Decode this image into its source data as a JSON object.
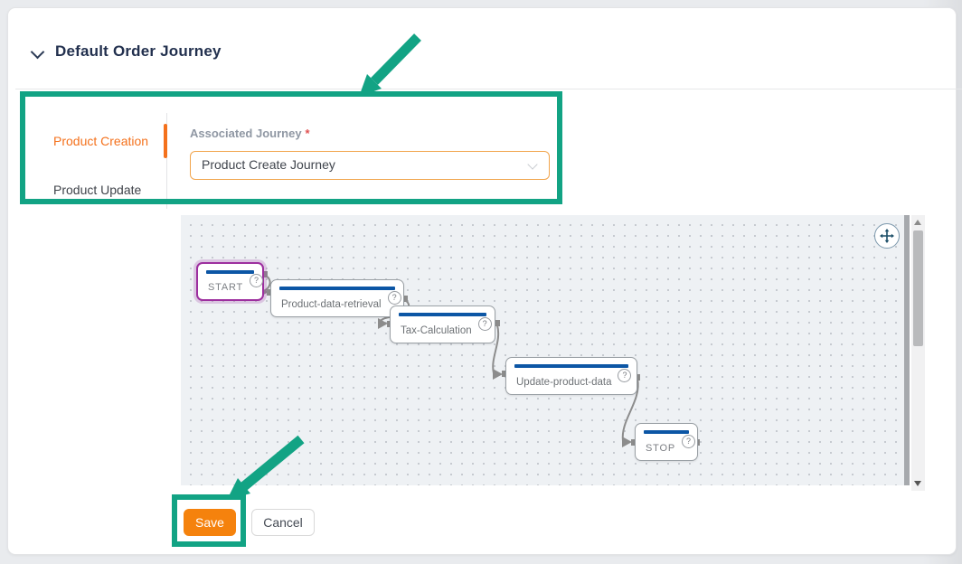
{
  "panel": {
    "title": "Default Order Journey"
  },
  "tabs": {
    "items": [
      {
        "label": "Product Creation",
        "active": true
      },
      {
        "label": "Product Update",
        "active": false
      }
    ]
  },
  "form": {
    "label": "Associated Journey",
    "required_marker": "*",
    "select": {
      "value": "Product Create Journey"
    }
  },
  "flow": {
    "help_glyph": "?",
    "nodes": [
      {
        "id": "start",
        "label": "START",
        "selected": true
      },
      {
        "id": "product-data-retrieval",
        "label": "Product-data-retrieval",
        "selected": false
      },
      {
        "id": "tax-calculation",
        "label": "Tax-Calculation",
        "selected": false
      },
      {
        "id": "update-product-data",
        "label": "Update-product-data",
        "selected": false
      },
      {
        "id": "stop",
        "label": "STOP",
        "selected": false
      }
    ]
  },
  "actions": {
    "save_label": "Save",
    "cancel_label": "Cancel"
  },
  "colors": {
    "annotation_teal": "#12a384",
    "save_orange": "#f5820d",
    "active_tab_orange": "#f4711c",
    "select_border_orange": "#f1a44b",
    "node_bar_blue": "#0c56a5",
    "selected_node_purple": "#9d2f9f",
    "title_navy": "#22304e"
  }
}
